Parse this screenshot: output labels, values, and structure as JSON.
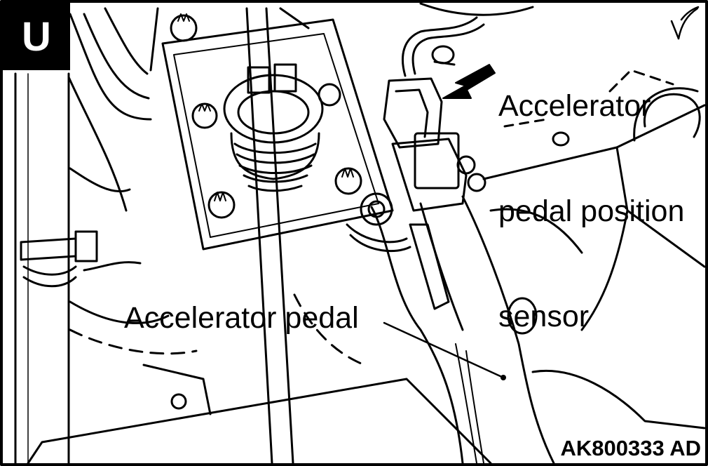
{
  "figure": {
    "section_badge": "U",
    "callouts": {
      "sensor_line1": "Accelerator",
      "sensor_line2": "pedal position",
      "sensor_line3": "sensor",
      "pedal": "Accelerator pedal"
    },
    "drawing_code": "AK800333 AD"
  },
  "colors": {
    "ink": "#000000",
    "paper": "#ffffff"
  }
}
